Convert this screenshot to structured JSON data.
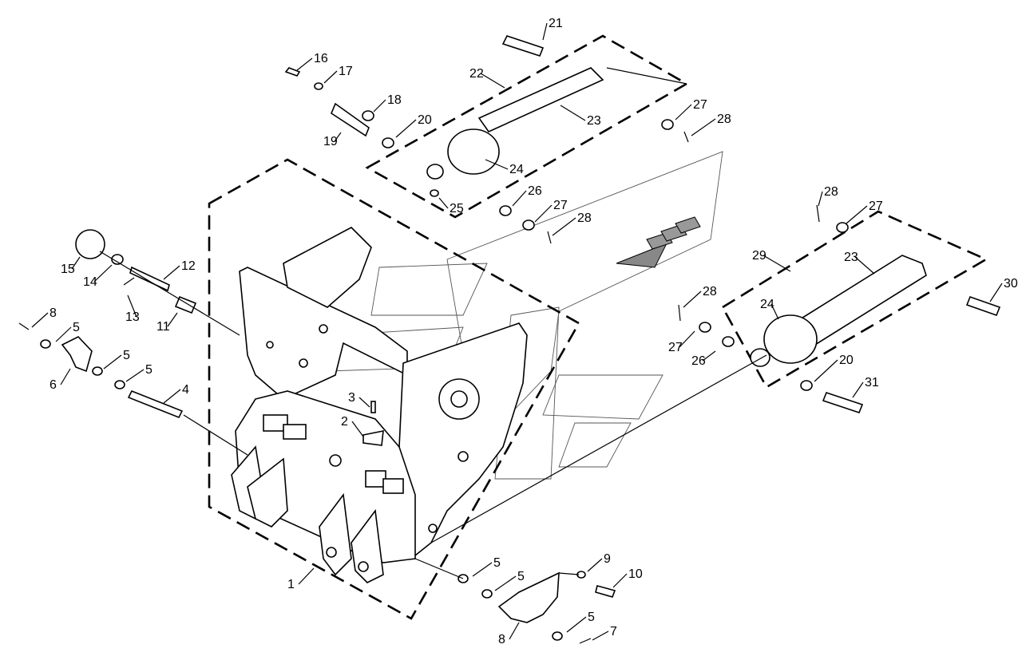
{
  "diagram": {
    "callouts": [
      {
        "id": "c1",
        "text": "1"
      },
      {
        "id": "c2",
        "text": "2"
      },
      {
        "id": "c3",
        "text": "3"
      },
      {
        "id": "c4",
        "text": "4"
      },
      {
        "id": "c5a",
        "text": "5"
      },
      {
        "id": "c5b",
        "text": "5"
      },
      {
        "id": "c5c",
        "text": "5"
      },
      {
        "id": "c5d",
        "text": "5"
      },
      {
        "id": "c5e",
        "text": "5"
      },
      {
        "id": "c5f",
        "text": "5"
      },
      {
        "id": "c6",
        "text": "6"
      },
      {
        "id": "c7",
        "text": "7"
      },
      {
        "id": "c8a",
        "text": "8"
      },
      {
        "id": "c8b",
        "text": "8"
      },
      {
        "id": "c9",
        "text": "9"
      },
      {
        "id": "c10",
        "text": "10"
      },
      {
        "id": "c11",
        "text": "11"
      },
      {
        "id": "c12",
        "text": "12"
      },
      {
        "id": "c13",
        "text": "13"
      },
      {
        "id": "c14",
        "text": "14"
      },
      {
        "id": "c15",
        "text": "15"
      },
      {
        "id": "c16",
        "text": "16"
      },
      {
        "id": "c17",
        "text": "17"
      },
      {
        "id": "c18",
        "text": "18"
      },
      {
        "id": "c19",
        "text": "19"
      },
      {
        "id": "c20a",
        "text": "20"
      },
      {
        "id": "c20b",
        "text": "20"
      },
      {
        "id": "c21",
        "text": "21"
      },
      {
        "id": "c22",
        "text": "22"
      },
      {
        "id": "c23a",
        "text": "23"
      },
      {
        "id": "c23b",
        "text": "23"
      },
      {
        "id": "c24a",
        "text": "24"
      },
      {
        "id": "c24b",
        "text": "24"
      },
      {
        "id": "c25",
        "text": "25"
      },
      {
        "id": "c26a",
        "text": "26"
      },
      {
        "id": "c26b",
        "text": "26"
      },
      {
        "id": "c27a",
        "text": "27"
      },
      {
        "id": "c27b",
        "text": "27"
      },
      {
        "id": "c27c",
        "text": "27"
      },
      {
        "id": "c27d",
        "text": "27"
      },
      {
        "id": "c28a",
        "text": "28"
      },
      {
        "id": "c28b",
        "text": "28"
      },
      {
        "id": "c28c",
        "text": "28"
      },
      {
        "id": "c28d",
        "text": "28"
      },
      {
        "id": "c29",
        "text": "29"
      },
      {
        "id": "c30",
        "text": "30"
      },
      {
        "id": "c31",
        "text": "31"
      }
    ]
  }
}
